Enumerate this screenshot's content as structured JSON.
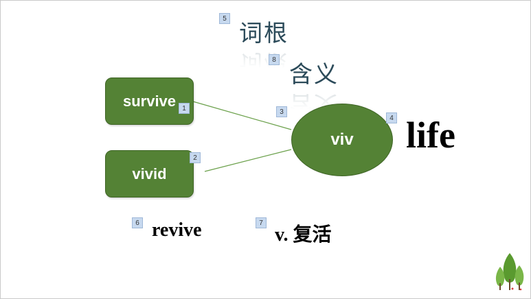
{
  "headings": {
    "root_label": "词根",
    "meaning_label": "含义"
  },
  "words": {
    "word1": "survive",
    "word2": "vivid"
  },
  "root": "viv",
  "meaning": "life",
  "example": {
    "word": "revive",
    "definition": "v. 复活"
  },
  "tags": {
    "t1": "1",
    "t2": "2",
    "t3": "3",
    "t4": "4",
    "t5": "5",
    "t6": "6",
    "t7": "7",
    "t8": "8"
  },
  "colors": {
    "box_green": "#548235",
    "heading": "#2c4b5a",
    "tag_bg": "#c7d9ef",
    "connector": "#6aa04a"
  },
  "icons": {
    "corner": "tree-icon"
  }
}
